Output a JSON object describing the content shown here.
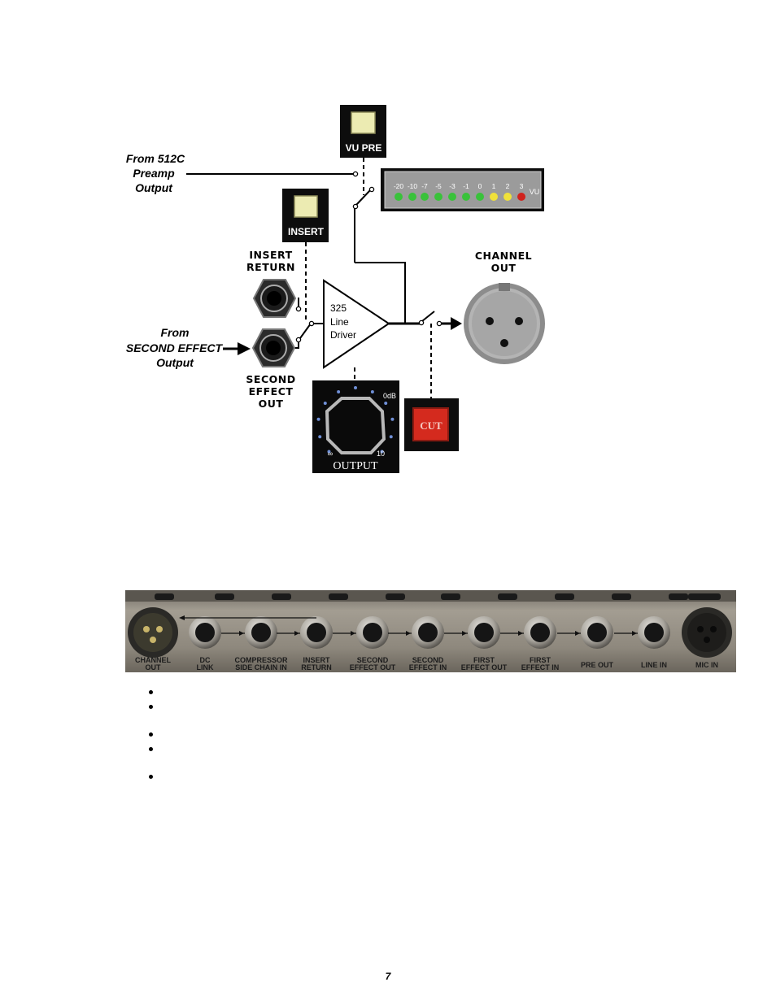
{
  "diagram": {
    "vu_pre_label": "VU PRE",
    "insert_label": "INSERT",
    "cut_label": "CUT",
    "from_preamp": [
      "From 512C",
      "Preamp",
      "Output"
    ],
    "from_second_effect": [
      "From",
      "SECOND EFFECT",
      "Output"
    ],
    "insert_return": [
      "INSERT",
      "RETURN"
    ],
    "second_effect_out": [
      "SECOND",
      "EFFECT",
      "OUT"
    ],
    "channel_out": [
      "CHANNEL",
      "OUT"
    ],
    "line_driver": [
      "325",
      "Line",
      "Driver"
    ],
    "vu_scale": [
      "-20",
      "-10",
      "-7",
      "-5",
      "-3",
      "-1",
      "0",
      "1",
      "2",
      "3"
    ],
    "vu_led_colors": [
      "#39c23a",
      "#39c23a",
      "#39c23a",
      "#39c23a",
      "#39c23a",
      "#39c23a",
      "#39c23a",
      "#f0e13a",
      "#f0e13a",
      "#d0221c"
    ],
    "vu_unit": "VU",
    "knob_max": "0dB",
    "knob_min": "∞",
    "knob_mid": "10",
    "knob_label": "OUTPUT"
  },
  "rear_panel": {
    "connectors": [
      [
        "CHANNEL",
        "OUT"
      ],
      [
        "DC",
        "LINK"
      ],
      [
        "COMPRESSOR",
        "SIDE CHAIN IN"
      ],
      [
        "INSERT",
        "RETURN"
      ],
      [
        "SECOND",
        "EFFECT OUT"
      ],
      [
        "SECOND",
        "EFFECT IN"
      ],
      [
        "FIRST",
        "EFFECT OUT"
      ],
      [
        "FIRST",
        "EFFECT IN"
      ],
      [
        "PRE OUT",
        ""
      ],
      [
        "LINE IN",
        ""
      ],
      [
        "MIC IN",
        ""
      ]
    ]
  },
  "bullets": [
    "",
    "",
    "",
    "",
    ""
  ],
  "page_number": "7"
}
